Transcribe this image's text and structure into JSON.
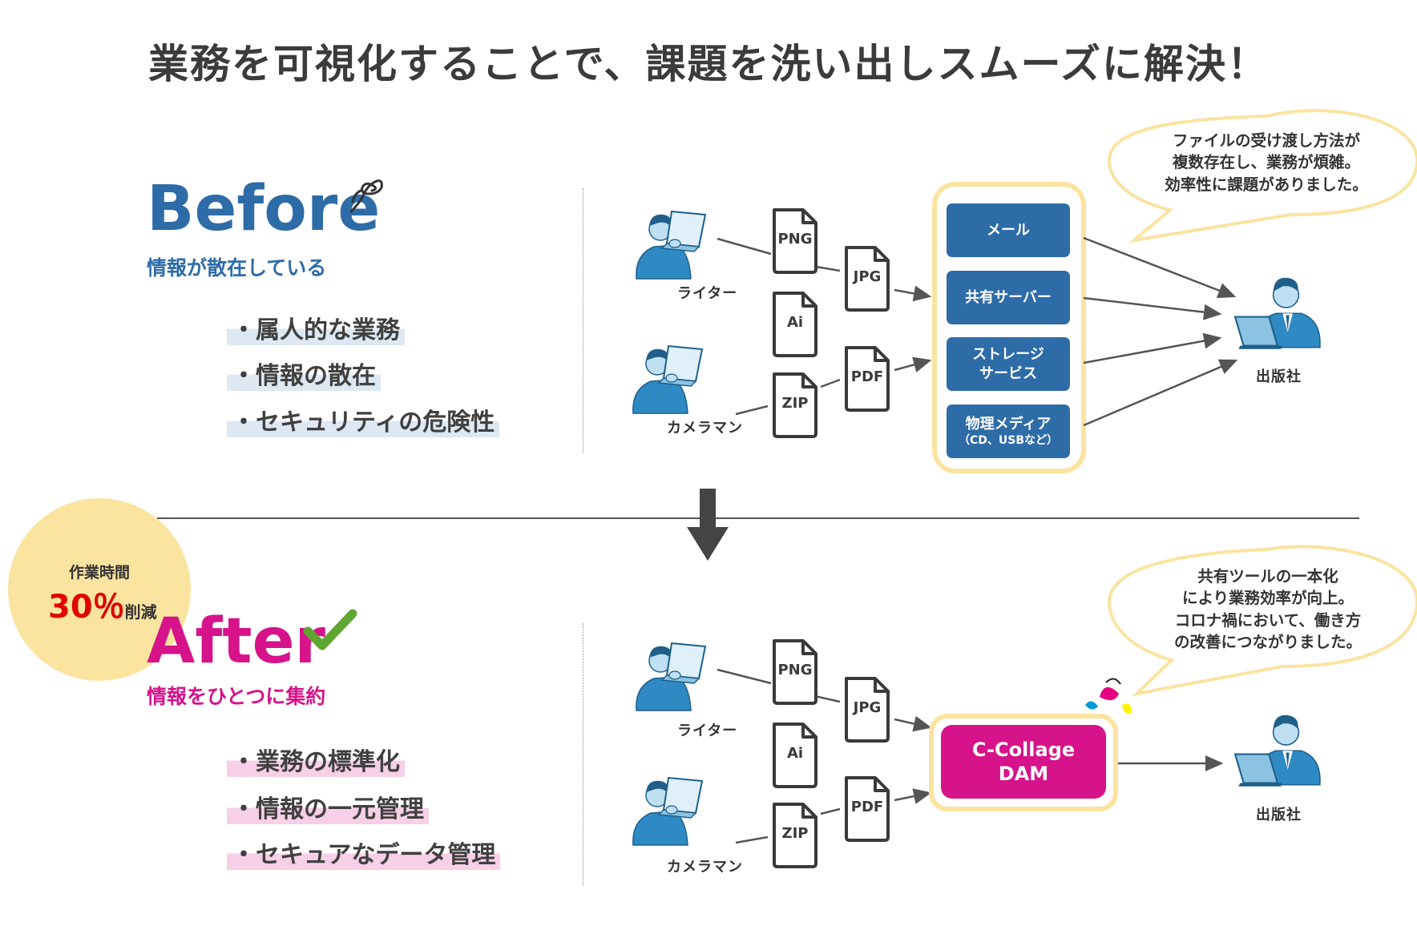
{
  "title": "業務を可視化することで、課題を洗い出しスムーズに解決！",
  "before": {
    "heading": "Before",
    "subheading": "情報が散在している",
    "bullets": [
      "・属人的な業務",
      "・情報の散在",
      "・セキュリティの危険性"
    ],
    "people": [
      "ライター",
      "カメラマン"
    ],
    "file_types": [
      "PNG",
      "JPG",
      "Ai",
      "PDF",
      "ZIP"
    ],
    "methods": [
      "メール",
      "共有サーバー",
      "ストレージ\nサービス",
      "物理メディア",
      "（CD、USBなど）"
    ],
    "destination": "出版社",
    "bubble": [
      "ファイルの受け渡し方法が",
      "複数存在し、業務が煩雑。",
      "効率性に課題がありました。"
    ]
  },
  "badge": {
    "line1": "作業時間",
    "value": "30％",
    "suffix": "削減"
  },
  "after": {
    "heading": "After",
    "subheading": "情報をひとつに集約",
    "bullets": [
      "・業務の標準化",
      "・情報の一元管理",
      "・セキュアなデータ管理"
    ],
    "people": [
      "ライター",
      "カメラマン"
    ],
    "file_types": [
      "PNG",
      "JPG",
      "Ai",
      "PDF",
      "ZIP"
    ],
    "product": "C-Collage\nDAM",
    "destination": "出版社",
    "bubble": [
      "共有ツールの一本化",
      "により業務効率が向上。",
      "コロナ禍において、働き方",
      "の改善につながりました。"
    ]
  },
  "colors": {
    "blue": "#2e6ca8",
    "magenta": "#d6138a",
    "yellow": "#fbe3a0",
    "badge_red": "#e00000",
    "check_green": "#5fa630"
  }
}
